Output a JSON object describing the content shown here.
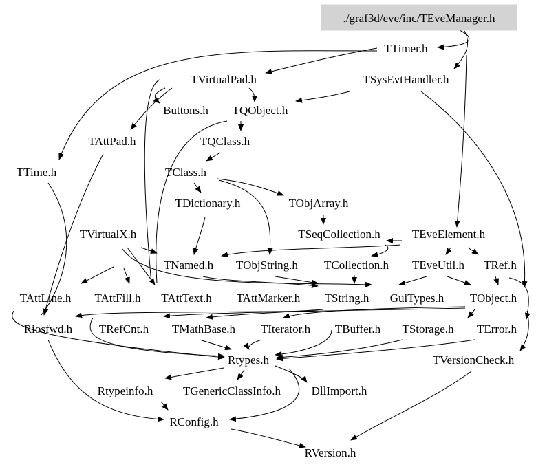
{
  "root": {
    "label": "./graf3d/eve/inc/TEveManager.h"
  },
  "nodes": {
    "ttimer": "TTimer.h",
    "tvirtualpad": "TVirtualPad.h",
    "tsysevthandler": "TSysEvtHandler.h",
    "buttons": "Buttons.h",
    "tqobject": "TQObject.h",
    "tattpad": "TAttPad.h",
    "tqclass": "TQClass.h",
    "ttime": "TTime.h",
    "tclass": "TClass.h",
    "tdictionary": "TDictionary.h",
    "tobjarray": "TObjArray.h",
    "tvirtualx": "TVirtualX.h",
    "tseqcollection": "TSeqCollection.h",
    "teveelement": "TEveElement.h",
    "tnamed": "TNamed.h",
    "tobjstring": "TObjString.h",
    "tcollection": "TCollection.h",
    "teveutil": "TEveUtil.h",
    "tref": "TRef.h",
    "tattline": "TAttLine.h",
    "tattfill": "TAttFill.h",
    "tatttext": "TAttText.h",
    "tattmarker": "TAttMarker.h",
    "tstring": "TString.h",
    "guitypes": "GuiTypes.h",
    "tobject": "TObject.h",
    "riosfwd": "Riosfwd.h",
    "trefcnt": "TRefCnt.h",
    "tmathbase": "TMathBase.h",
    "titerator": "TIterator.h",
    "tbuffer": "TBuffer.h",
    "tstorage": "TStorage.h",
    "terror": "TError.h",
    "rtypes": "Rtypes.h",
    "tversioncheck": "TVersionCheck.h",
    "rtypeinfo": "Rtypeinfo.h",
    "tgenericclassinfo": "TGenericClassInfo.h",
    "dllimport": "DllImport.h",
    "rconfig": "RConfig.h",
    "rversion": "RVersion.h"
  }
}
